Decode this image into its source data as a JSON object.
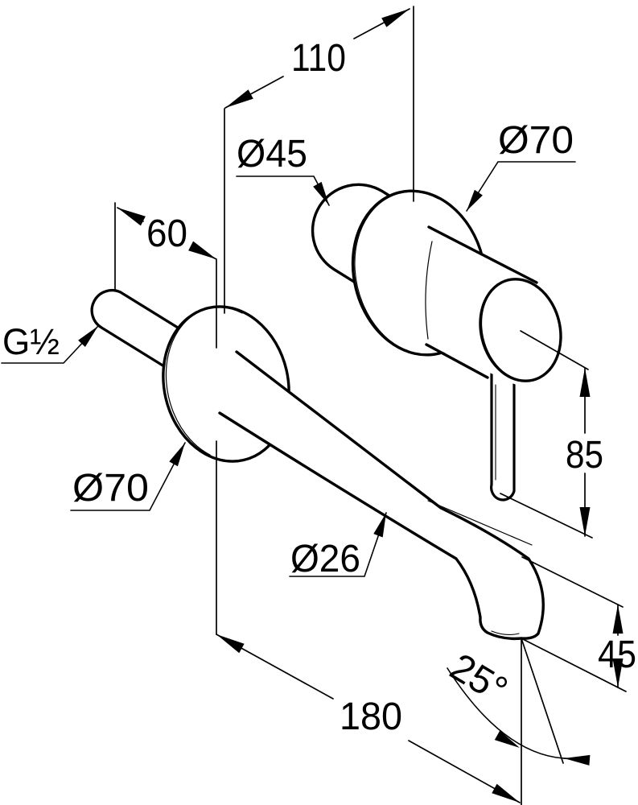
{
  "drawing": {
    "title": "wall-mounted-single-lever-basin-mixer-dimension-drawing",
    "background_color": "#ffffff",
    "line_color": "#000000",
    "dimensions": {
      "protrusion_depth": "110",
      "cartridge_diameter": "Ø45",
      "handle_escutcheon_diameter": "Ø70",
      "inlet_length": "60",
      "inlet_thread": "G½",
      "spout_escutcheon_diameter": "Ø70",
      "lever_height": "85",
      "spout_diameter": "Ø26",
      "outlet_height": "45",
      "outlet_angle": "25°",
      "spout_reach": "180"
    }
  }
}
